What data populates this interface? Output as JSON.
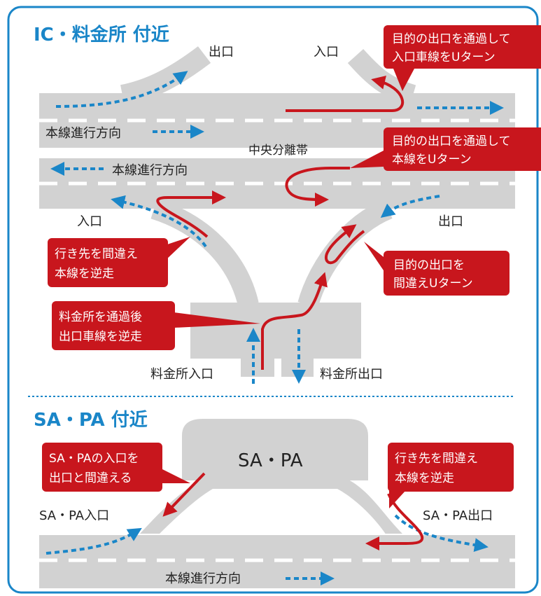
{
  "colors": {
    "frame": "#1a86c8",
    "road": "#d2d2d2",
    "lane_mark": "#ffffff",
    "correct_arrow": "#1a86c8",
    "wrong_path": "#c8161d",
    "callout": "#c8161d",
    "callout_text": "#ffffff"
  },
  "ic_section": {
    "title": "IC・料金所 付近",
    "labels": {
      "exit_top": "出口",
      "entrance_top": "入口",
      "mainline_right": "本線進行方向",
      "median": "中央分離帯",
      "mainline_left": "本線進行方向",
      "entrance_left": "入口",
      "exit_right": "出口",
      "toll_entrance": "料金所入口",
      "toll_exit": "料金所出口"
    },
    "callouts": {
      "uturn_entrance_lane": [
        "目的の出口を通過して",
        "入口車線をUターン"
      ],
      "uturn_mainline": [
        "目的の出口を通過して",
        "本線をUターン"
      ],
      "wrong_dest_reverse": [
        "行き先を間違え",
        "本線を逆走"
      ],
      "wrong_exit_uturn": [
        "目的の出口を",
        "間違えUターン"
      ],
      "toll_reverse": [
        "料金所を通過後",
        "出口車線を逆走"
      ]
    }
  },
  "sapa_section": {
    "title": "SA・PA 付近",
    "labels": {
      "facility": "SA・PA",
      "entrance": "SA・PA入口",
      "exit": "SA・PA出口",
      "mainline": "本線進行方向"
    },
    "callouts": {
      "entrance_as_exit": [
        "SA・PAの入口を",
        "出口と間違える"
      ],
      "wrong_dest_reverse": [
        "行き先を間違え",
        "本線を逆走"
      ]
    }
  }
}
